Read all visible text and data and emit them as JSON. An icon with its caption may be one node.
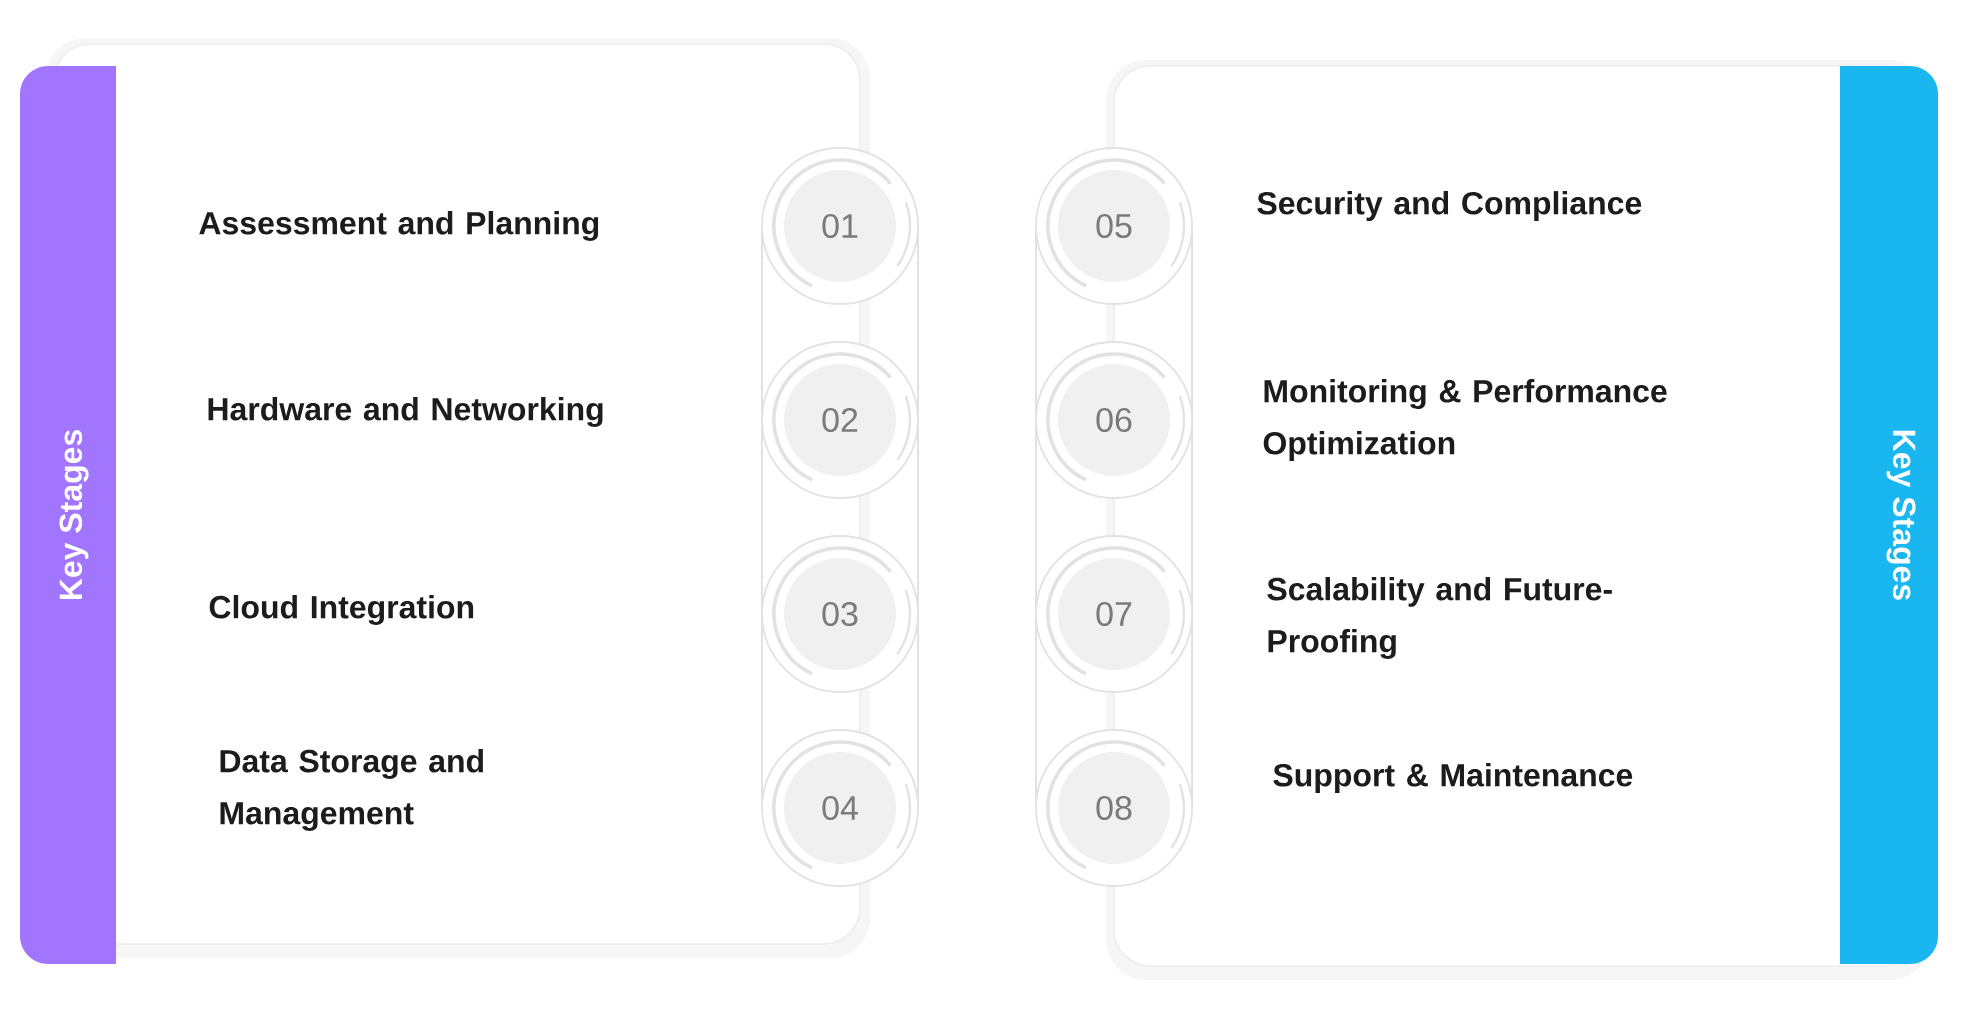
{
  "diagram": {
    "nodes": [
      {
        "text": [
          "Key Stages"
        ]
      },
      {
        "text": [
          "01"
        ]
      },
      {
        "text": [
          "02"
        ]
      },
      {
        "text": [
          "03"
        ]
      },
      {
        "text": [
          "04"
        ]
      },
      {
        "text": [
          "05"
        ]
      },
      {
        "text": [
          "06"
        ]
      },
      {
        "text": [
          "07"
        ]
      },
      {
        "text": [
          "08"
        ]
      },
      {
        "text": [
          "Key Stages"
        ]
      }
    ],
    "labels": [
      "Assessment and Planning",
      "Hardware and Networking",
      "Cloud Integration",
      "Data Storage and Management",
      "Security and Compliance",
      "Monitoring & Performance Optimization",
      "Scalability and Future-Proofing",
      "Support & Maintenance"
    ]
  }
}
